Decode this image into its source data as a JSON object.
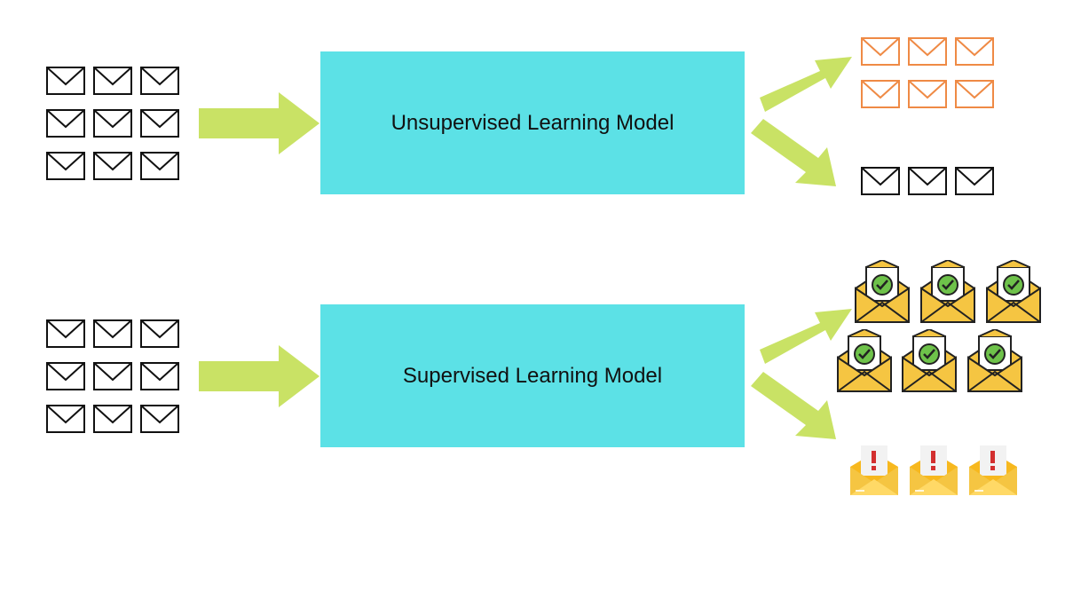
{
  "colors": {
    "box": "#5ce1e6",
    "arrow": "#c9e265",
    "envelope_plain": "#111111",
    "envelope_clustered": "#ef8a45",
    "envelope_yellow": "#f5c542",
    "check_green": "#6ec24a",
    "alert_red": "#d32f2f"
  },
  "unsupervised": {
    "label": "Unsupervised Learning Model",
    "input": {
      "icon": "envelope-icon",
      "rows": 3,
      "cols": 3
    },
    "output_cluster_a": {
      "icon": "envelope-icon",
      "color": "orange",
      "count": 6
    },
    "output_cluster_b": {
      "icon": "envelope-icon",
      "color": "black",
      "count": 3
    }
  },
  "supervised": {
    "label": "Supervised Learning Model",
    "input": {
      "icon": "envelope-icon",
      "rows": 3,
      "cols": 3
    },
    "output_legit": {
      "icon": "verified-mail-icon",
      "count": 6
    },
    "output_spam": {
      "icon": "alert-mail-icon",
      "count": 3
    }
  }
}
